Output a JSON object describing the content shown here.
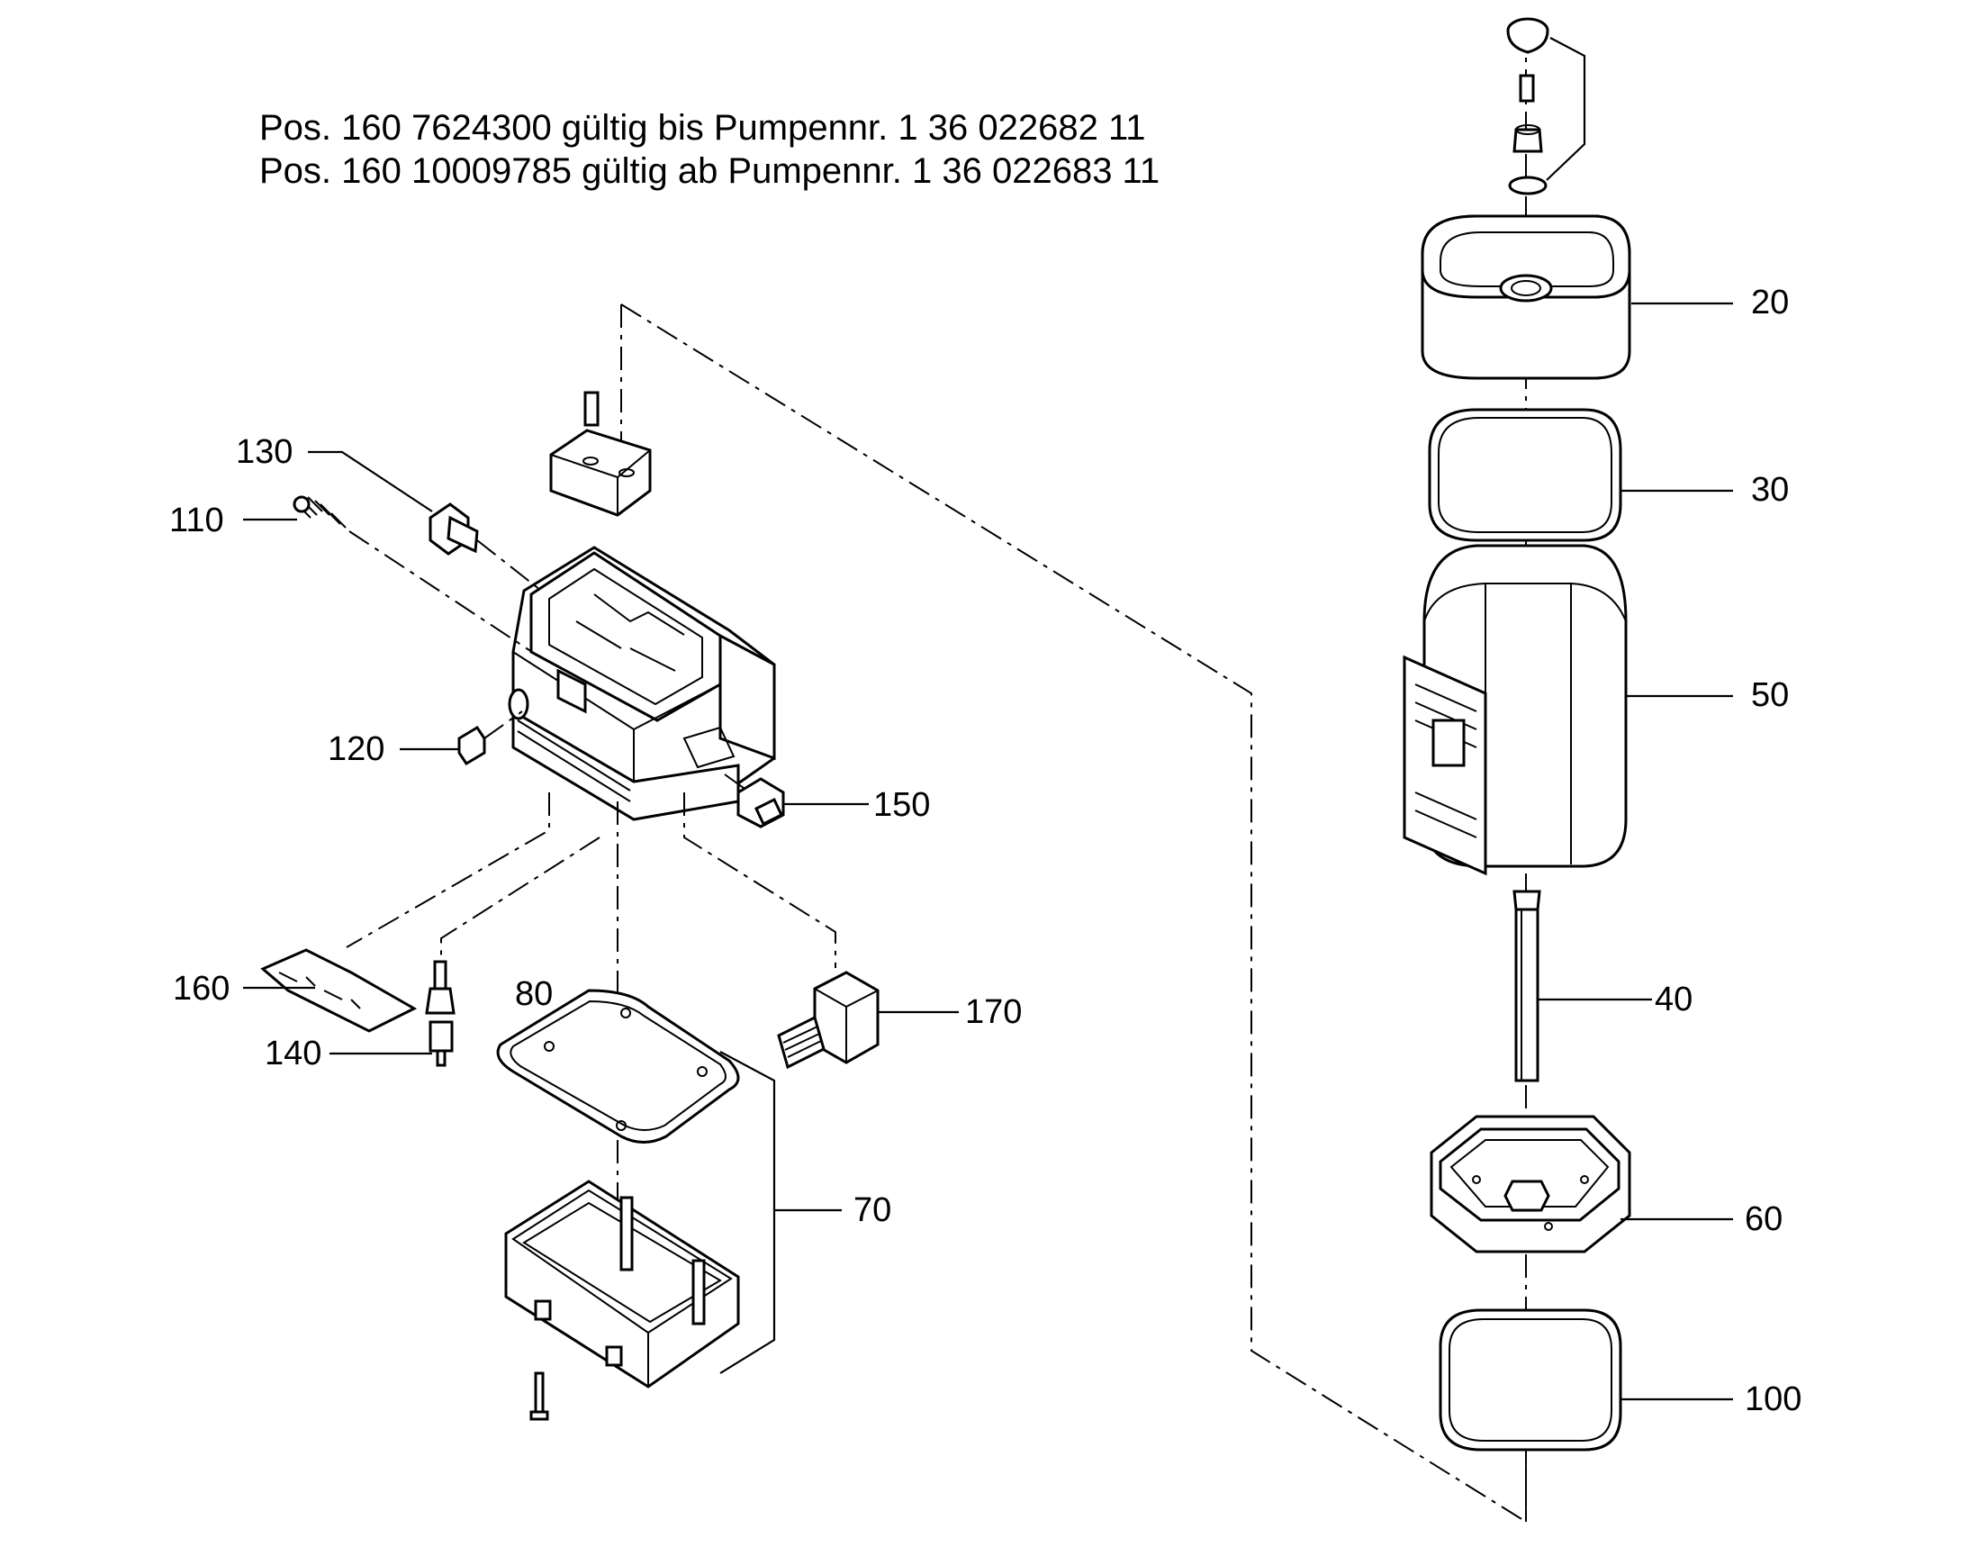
{
  "notes": [
    "Pos. 160 7624300 gültig bis Pumpennr. 1 36 022682 11",
    "Pos. 160 10009785 gültig ab Pumpennr. 1 36 022683 11"
  ],
  "labels": {
    "p20": "20",
    "p30": "30",
    "p40": "40",
    "p50": "50",
    "p60": "60",
    "p70": "70",
    "p80": "80",
    "p100": "100",
    "p110": "110",
    "p120": "120",
    "p130": "130",
    "p140": "140",
    "p150": "150",
    "p160": "160",
    "p170": "170"
  }
}
